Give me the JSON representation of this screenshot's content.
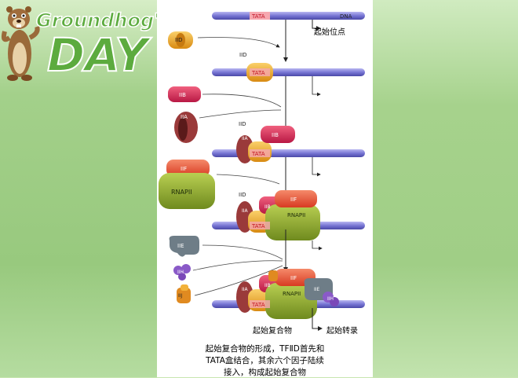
{
  "logo": {
    "line1": "Groundhog's",
    "line2": "DAY"
  },
  "diagram": {
    "tata": "TATA",
    "dna": "DNA",
    "start_site": "起始位点",
    "iid": "IID",
    "iib": "IIB",
    "iia": "IIA",
    "iif": "IIF",
    "rnapii": "RNAPII",
    "iie": "IIE",
    "iih": "IIH",
    "iij": "IIJ",
    "initiation_complex": "起始复合物",
    "start_transcription": "起始转录"
  },
  "caption": {
    "line1": "起始复合物的形成，TFⅡD首先和",
    "line2": "TATA盒结合，其余六个因子陆续",
    "line3": "接入，构成起始复合物"
  },
  "colors": {
    "dna": "#7a78d6",
    "tata": "#f2b13a",
    "iid": "#e89b1f",
    "iib": "#d8245a",
    "iia": "#9a3a3a",
    "iif": "#ec5a3a",
    "rnapii": "#8ea62a",
    "iie": "#6e7d87",
    "iih": "#8a5ac8",
    "iij": "#e08a20"
  }
}
